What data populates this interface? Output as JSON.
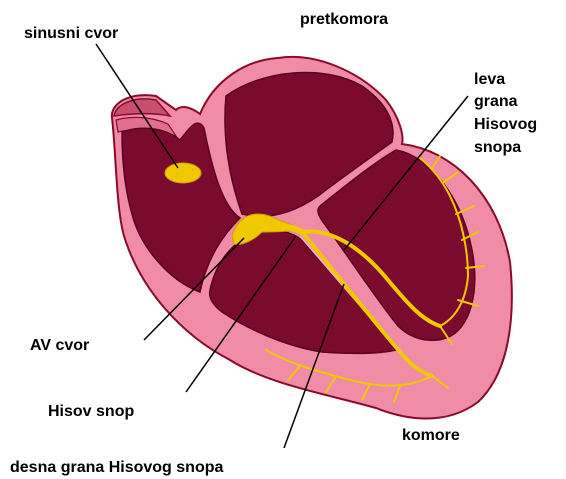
{
  "labels": {
    "sinus_node": "sinusni cvor",
    "atrium": "pretkomora",
    "left_bundle_branch": [
      "leva",
      "grana",
      "Hisovog",
      "snopa"
    ],
    "av_node": "AV cvor",
    "bundle_of_his": "Hisov snop",
    "ventricles": "komore",
    "right_bundle_branch": "desna grana Hisovog snopa"
  },
  "colors": {
    "heart_wall": "#f08ca6",
    "wall_outline": "#8a0a2c",
    "chamber": "#7a0a2e",
    "conduction": "#f0c800",
    "leader_line": "#000000"
  }
}
